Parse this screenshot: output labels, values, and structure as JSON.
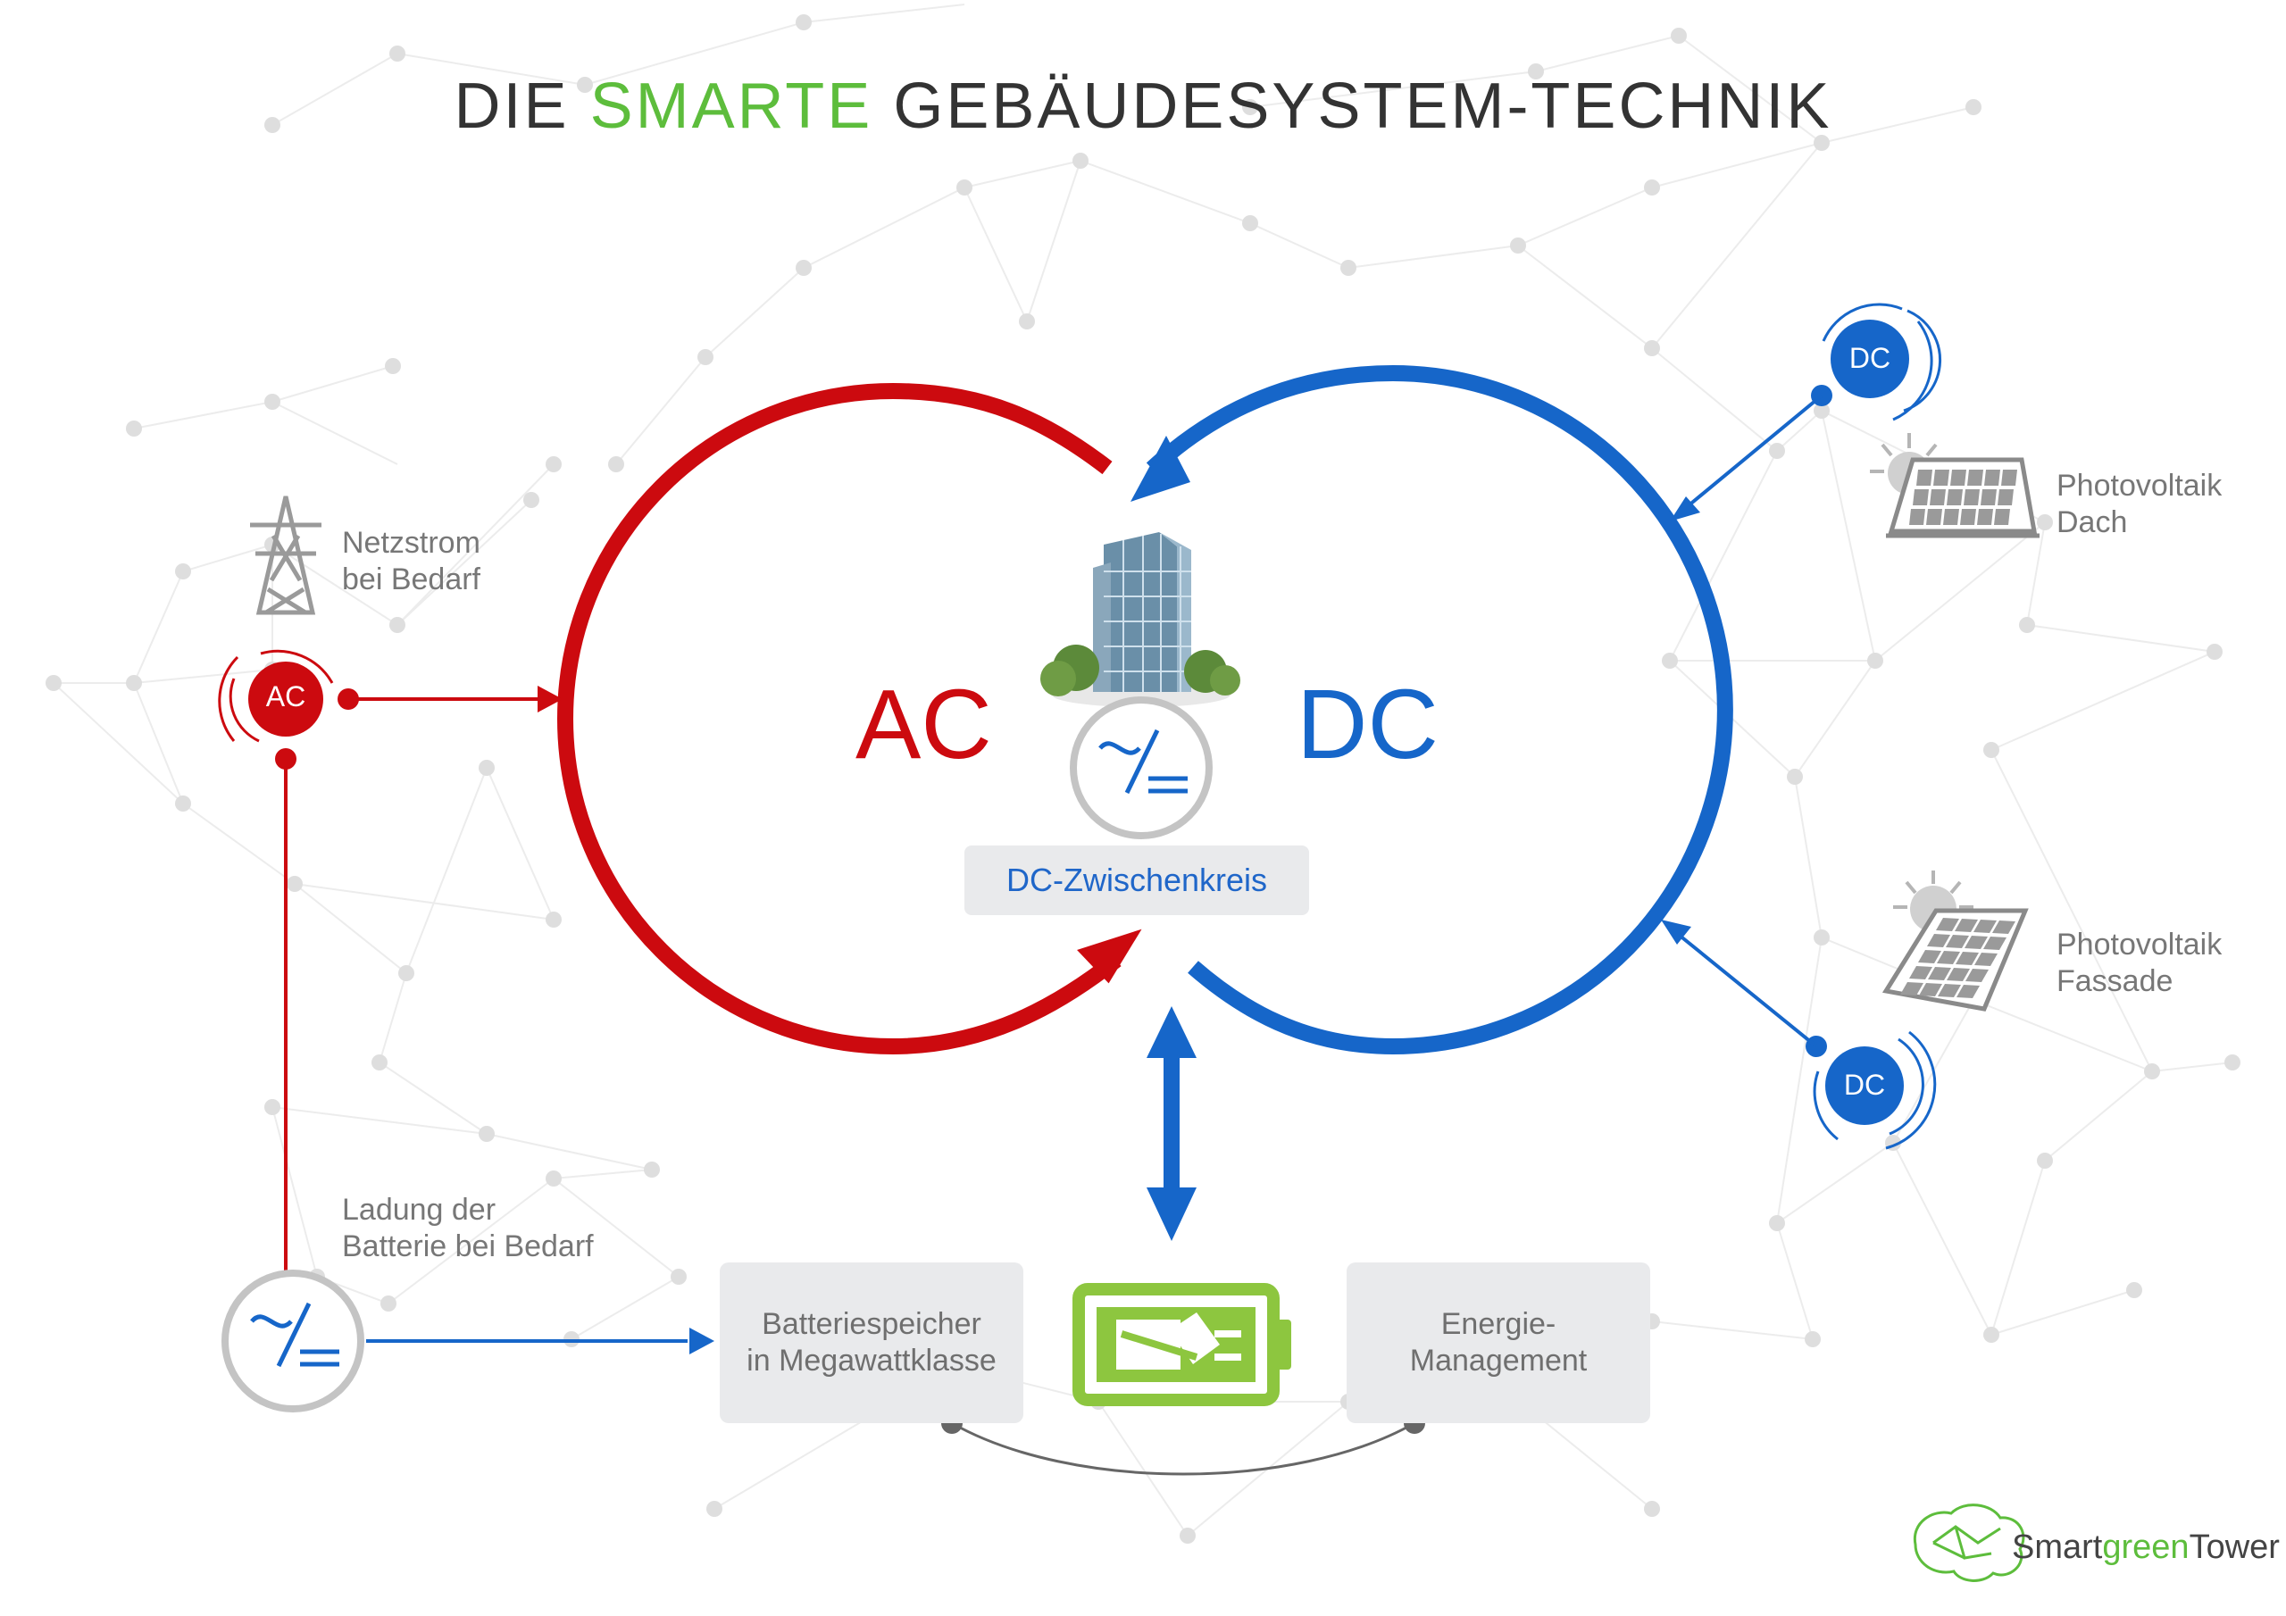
{
  "title": {
    "pre": "DIE ",
    "accent": "SMARTE",
    "post": " GEBÄUDESYSTEM-TECHNIK"
  },
  "colors": {
    "ac": "#cc0a0f",
    "dc": "#1666c9",
    "accent_green": "#5dbd3c",
    "battery_green": "#8dc63f",
    "gray": "#bfbfbf",
    "text_gray": "#777777"
  },
  "main": {
    "ac_label": "AC",
    "dc_label": "DC",
    "dc_link_label": "DC-Zwischenkreis"
  },
  "left": {
    "grid_label_1": "Netzstrom",
    "grid_label_2": "bei Bedarf",
    "ac_node": "AC",
    "charge_label_1": "Ladung der",
    "charge_label_2": "Batterie bei Bedarf"
  },
  "right": {
    "pv_roof_1": "Photovoltaik",
    "pv_roof_2": "Dach",
    "pv_facade_1": "Photovoltaik",
    "pv_facade_2": "Fassade",
    "dc_node_top": "DC",
    "dc_node_bottom": "DC"
  },
  "bottom": {
    "battery_1": "Batteriespeicher",
    "battery_2": "in Megawattklasse",
    "energy_1": "Energie-",
    "energy_2": "Management"
  },
  "logo": {
    "part1": "Smart",
    "part2": "green",
    "part3": "Tower"
  },
  "icons": [
    "power-tower-icon",
    "solar-panel-roof-icon",
    "solar-panel-facade-icon",
    "battery-plug-icon",
    "inverter-icon",
    "building-icon",
    "brain-network-logo-icon"
  ]
}
